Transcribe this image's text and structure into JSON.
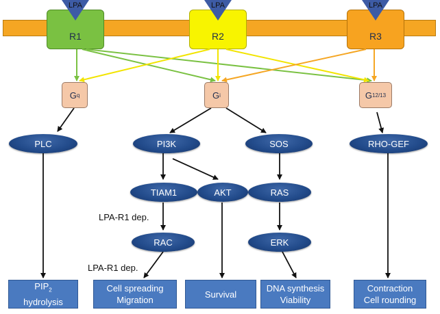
{
  "membrane": {
    "color": "#f5a623"
  },
  "ligand": {
    "label": "LPA",
    "color": "#3d5ba5"
  },
  "receptors": [
    {
      "label": "R1",
      "color": "#7ac142"
    },
    {
      "label": "R2",
      "color": "#f8f400"
    },
    {
      "label": "R3",
      "color": "#f7a320"
    }
  ],
  "g_proteins": [
    {
      "base": "G",
      "sub": "q"
    },
    {
      "base": "G",
      "sub": "i"
    },
    {
      "base": "G",
      "sub": "12/13"
    }
  ],
  "effectors": {
    "plc": "PLC",
    "pi3k": "PI3K",
    "sos": "SOS",
    "rho_gef": "RHO-GEF",
    "tiam1": "TIAM1",
    "akt": "AKT",
    "ras": "RAS",
    "rac": "RAC",
    "erk": "ERK"
  },
  "notes": {
    "lpa_r1_dep_1": "LPA-R1 dep.",
    "lpa_r1_dep_2": "LPA-R1 dep."
  },
  "outcomes": {
    "pip2_line1_base": "PIP",
    "pip2_line1_sub": "2",
    "pip2_line2": "hydrolysis",
    "cell_spreading_line1": "Cell spreading",
    "cell_spreading_line2": "Migration",
    "survival": "Survival",
    "dna_line1": "DNA synthesis",
    "dna_line2": "Viability",
    "contraction_line1": "Contraction",
    "contraction_line2": "Cell rounding"
  },
  "colors": {
    "node_blue": "#234c8c",
    "outcome_blue": "#4a7ac0",
    "g_protein_fill": "#f5c8a8",
    "r1_arrow": "#7ac142",
    "r2_arrow": "#f2e400",
    "r3_arrow": "#f5a623"
  }
}
